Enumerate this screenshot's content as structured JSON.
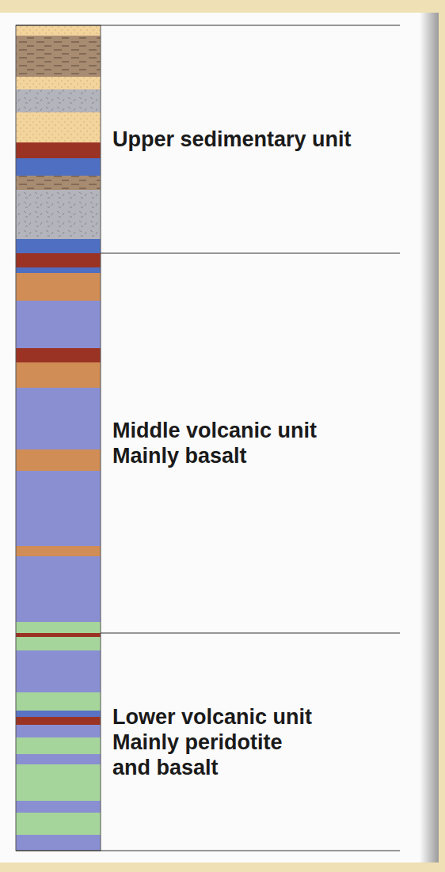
{
  "diagram": {
    "nodes": [
      {
        "text": [
          "Upper sedimentary unit"
        ]
      },
      {
        "text": [
          "Middle volcanic unit",
          "Mainly basalt"
        ]
      },
      {
        "text": [
          "Lower volcanic unit",
          "Mainly peridotite and basalt"
        ]
      }
    ]
  }
}
